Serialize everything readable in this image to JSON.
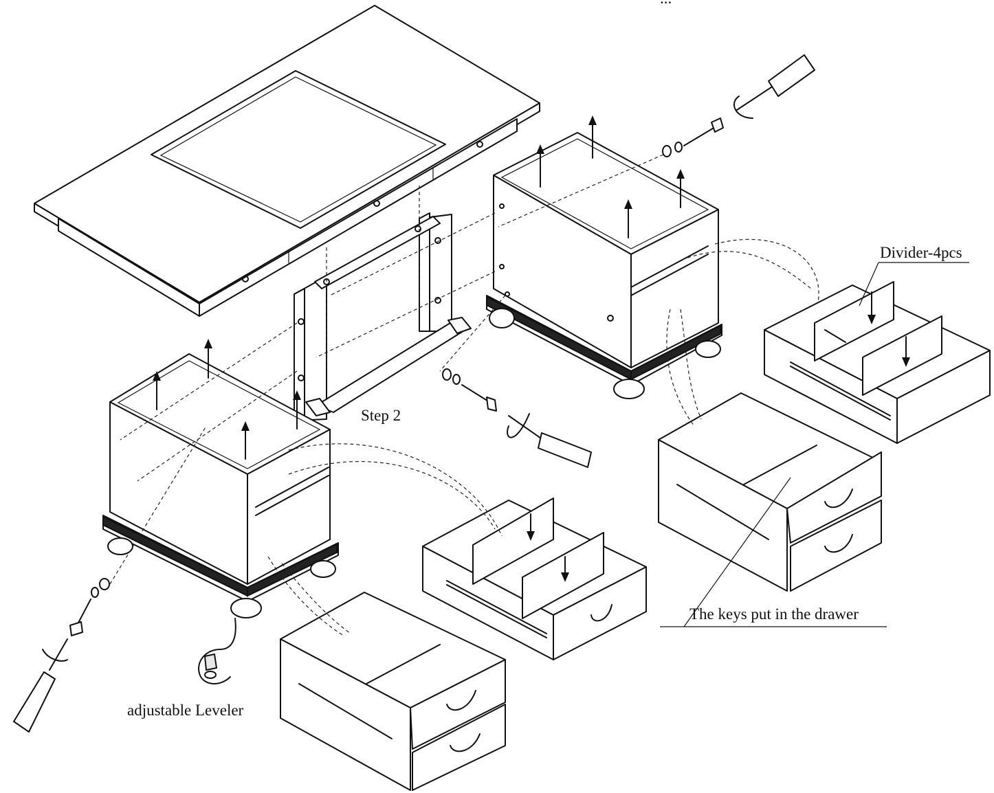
{
  "labels": {
    "top_clipped": "...",
    "divider": "Divider-4pcs",
    "step": "Step 2",
    "keys": "The keys put in the drawer",
    "leveler": "adjustable Leveler"
  },
  "colors": {
    "line": "#111111",
    "background": "#ffffff"
  },
  "icons": [
    "screwdriver-icon",
    "bolt-icon",
    "washer-icon",
    "arrow-up-icon",
    "rotation-arrow-icon",
    "drawer-handle-icon"
  ]
}
